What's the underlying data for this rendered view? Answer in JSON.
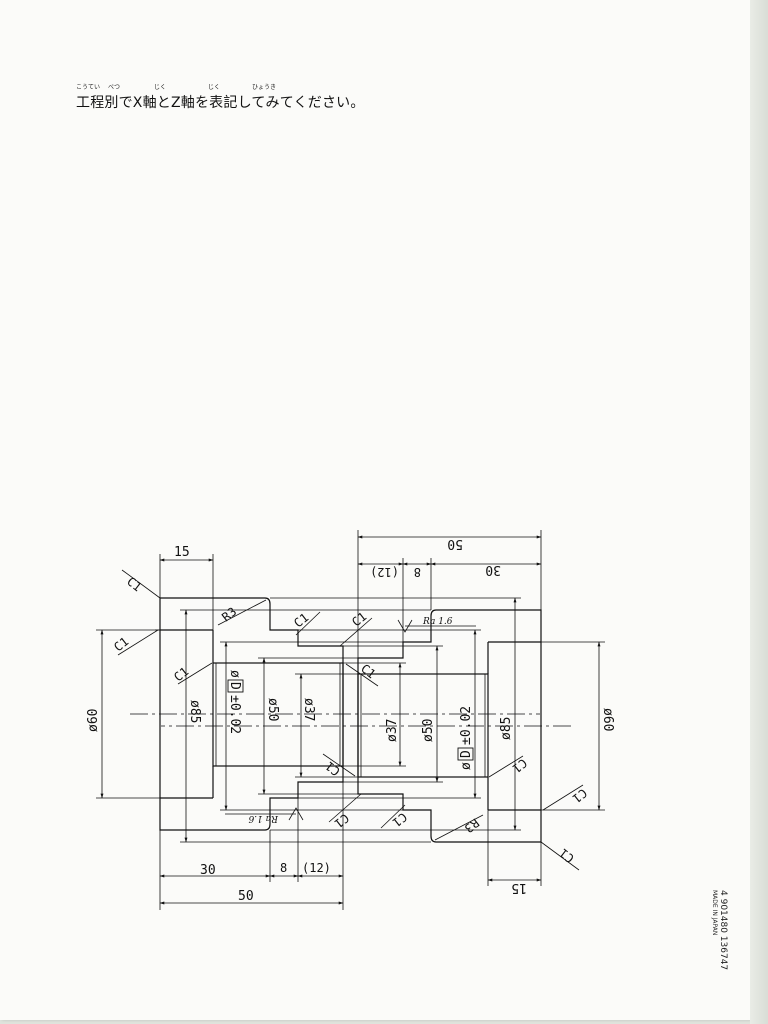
{
  "instruction": {
    "text": "工程別でX軸とZ軸を表記してみてください。",
    "ruby": [
      "こうてい",
      "べつ",
      "じく",
      "じく",
      "ひょうき"
    ]
  },
  "drawing_top": {
    "rotation": "180deg",
    "overall_length": "50",
    "len_30": "30",
    "len_8": "8",
    "len_12": "(12)",
    "flange_length": "15",
    "dia_85": "ø85",
    "dia_D": "ø",
    "d_box": "D",
    "d_tol": "±0.02",
    "dia_50": "ø50",
    "dia_37": "ø37",
    "dia_60": "ø60",
    "radius": "R3",
    "chamfer": "C1",
    "roughness": "Ra 1.6"
  },
  "drawing_bottom": {
    "flange_length": "15",
    "len_30": "30",
    "len_8": "8",
    "len_12": "(12)",
    "overall_length": "50",
    "dia_60": "ø60",
    "dia_37": "ø37",
    "dia_50": "ø50",
    "dia_D": "ø",
    "d_box": "D",
    "d_tol": "±0.02",
    "dia_85": "ø85",
    "radius": "R3",
    "chamfer": "C1",
    "roughness": "Ra 1.6"
  },
  "footer": {
    "code": "4 901480 136747",
    "made_in": "MADE IN JAPAN"
  }
}
